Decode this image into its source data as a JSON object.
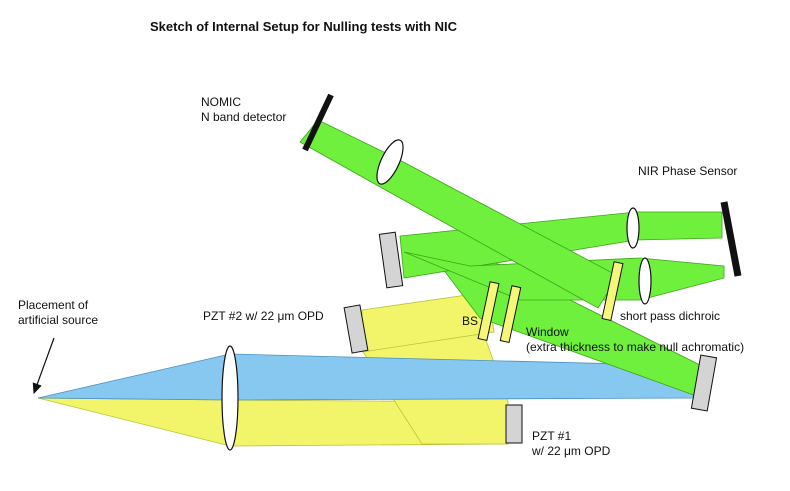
{
  "title": "Sketch of Internal Setup for Nulling tests with NIC",
  "labels": {
    "nomic_line1": "NOMIC",
    "nomic_line2": "N band detector",
    "nir_phase_sensor": "NIR Phase Sensor",
    "placement_line1": "Placement of",
    "placement_line2": "artificial source",
    "pzt2": "PZT #2 w/ 22 μm OPD",
    "bs": "BS",
    "window": "Window",
    "window_note": "(extra thickness to make null achromatic)",
    "short_pass": "short pass dichroic",
    "pzt1_line1": "PZT #1",
    "pzt1_line2": "w/ 22 μm OPD"
  },
  "colors": {
    "beam_blue": "#86c8f0",
    "beam_yellow": "#f2f56a",
    "beam_green": "#6ef03c",
    "mirror_gray": "#d4d4d4",
    "element_yellow": "#f6f77a",
    "detector_black": "#111111"
  }
}
